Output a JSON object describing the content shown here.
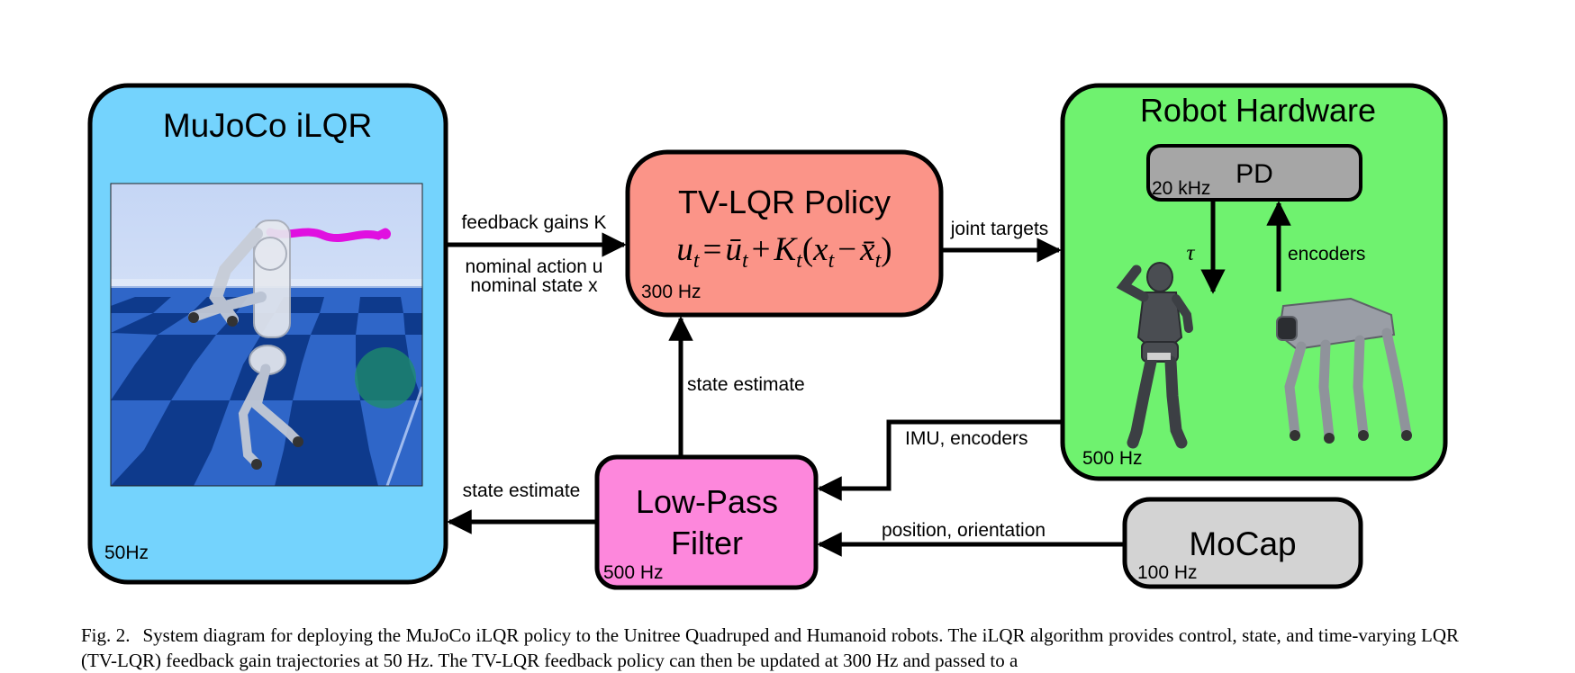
{
  "colors": {
    "ilqr_box": "#74d3fd",
    "policy_box": "#fb9488",
    "hardware_box": "#6ff26f",
    "filter_box": "#fd87dc",
    "mocap_box": "#d3d3d3",
    "pd_box": "#a6a6a6",
    "floor_dark": "#0e3a8c",
    "floor_light": "#3f7fd8",
    "sky": "#c8d8f4",
    "trajectory": "#e010e0",
    "goal_marker": "#1f8f6a"
  },
  "blocks": {
    "ilqr": {
      "title": "MuJoCo iLQR",
      "rate": "50Hz"
    },
    "policy": {
      "title": "TV-LQR Policy",
      "rate": "300 Hz",
      "equation": {
        "u": "u",
        "t": "t",
        "eq": "=",
        "ubar": "ū",
        "plus": "+",
        "K": "K",
        "open": "(",
        "x": "x",
        "minus": "−",
        "xbar": "x̄",
        "close": ")"
      }
    },
    "hardware": {
      "title": "Robot Hardware",
      "rate": "500 Hz"
    },
    "pd": {
      "title": "PD",
      "rate": "20 kHz"
    },
    "filter": {
      "title_line1": "Low-Pass",
      "title_line2": "Filter",
      "rate": "500 Hz"
    },
    "mocap": {
      "title": "MoCap",
      "rate": "100 Hz"
    }
  },
  "arrows": {
    "feedback_gains": "feedback gains K",
    "nominal_action": "nominal action u",
    "nominal_state": "nominal state x",
    "joint_targets": "joint targets",
    "tau": "τ",
    "encoders": "encoders",
    "state_estimate_up": "state estimate",
    "imu_encoders": "IMU, encoders",
    "state_estimate_left": "state estimate",
    "position_orientation": "position, orientation"
  },
  "caption": {
    "fig_label": "Fig. 2.",
    "text": "System diagram for deploying the MuJoCo iLQR policy to the Unitree Quadruped and Humanoid robots. The iLQR algorithm provides control, state, and time-varying LQR (TV-LQR) feedback gain trajectories at 50 Hz. The TV-LQR feedback policy can then be updated at 300 Hz and passed to a"
  }
}
